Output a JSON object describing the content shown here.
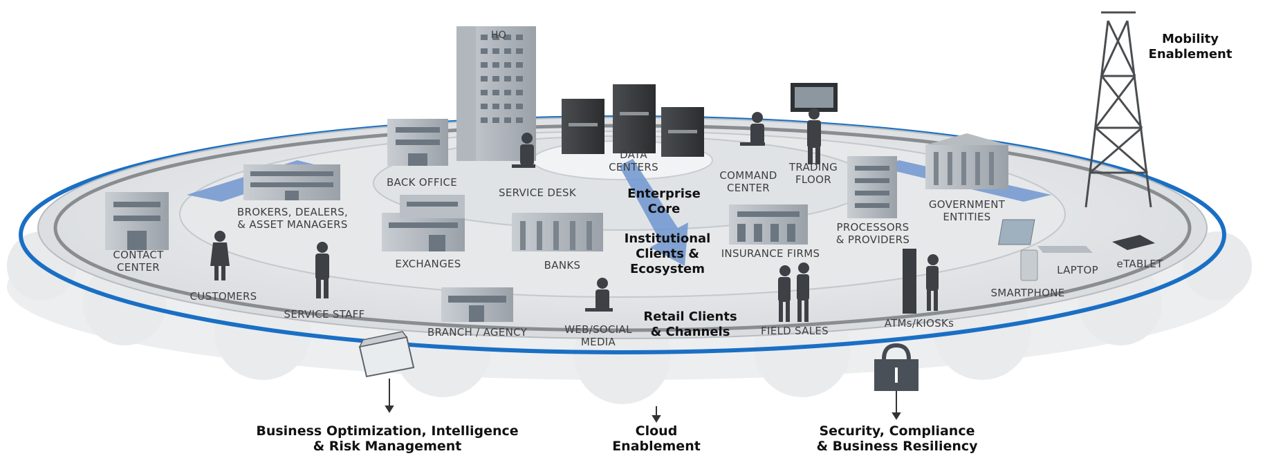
{
  "outer_labels": {
    "hq": "HQ",
    "back_office": "BACK OFFICE",
    "service_desk": "SERVICE DESK",
    "data_centers": [
      "DATA",
      "CENTERS"
    ],
    "command_center": [
      "COMMAND",
      "CENTER"
    ],
    "trading_floor": [
      "TRADING",
      "FLOOR"
    ],
    "government_entities": [
      "GOVERNMENT",
      "ENTITIES"
    ],
    "brokers": [
      "BROKERS, DEALERS,",
      "& ASSET MANAGERS"
    ],
    "exchanges": "EXCHANGES",
    "banks": "BANKS",
    "insurance_firms": "INSURANCE FIRMS",
    "processors": [
      "PROCESSORS",
      "& PROVIDERS"
    ],
    "contact_center": [
      "CONTACT",
      "CENTER"
    ],
    "customers": "CUSTOMERS",
    "service_staff": "SERVICE STAFF",
    "branch_agency": "BRANCH / AGENCY",
    "web_social_media": [
      "WEB/SOCIAL",
      "MEDIA"
    ],
    "field_sales": "FIELD SALES",
    "atms_kiosks": "ATMs/KIOSKs",
    "smartphone": "SMARTPHONE",
    "laptop": "LAPTOP",
    "etablet": "eTABLET"
  },
  "core_labels": {
    "enterprise_core": [
      "Enterprise",
      "Core"
    ],
    "institutional": [
      "Institutional",
      "Clients &",
      "Ecosystem"
    ],
    "retail": [
      "Retail Clients",
      "& Channels"
    ],
    "mobility": [
      "Mobility",
      "Enablement"
    ]
  },
  "bottom_labels": {
    "business_optimization": [
      "Business Optimization, Intelligence",
      "& Risk Management"
    ],
    "cloud": [
      "Cloud",
      "Enablement"
    ],
    "security": [
      "Security, Compliance",
      "& Business Resiliency"
    ]
  },
  "colors": {
    "ring_blue": "#1a6fc4",
    "ring_gray": "#8a8d90",
    "platform": "#e4e6e8",
    "arrow_blue": "#6f95cf"
  }
}
